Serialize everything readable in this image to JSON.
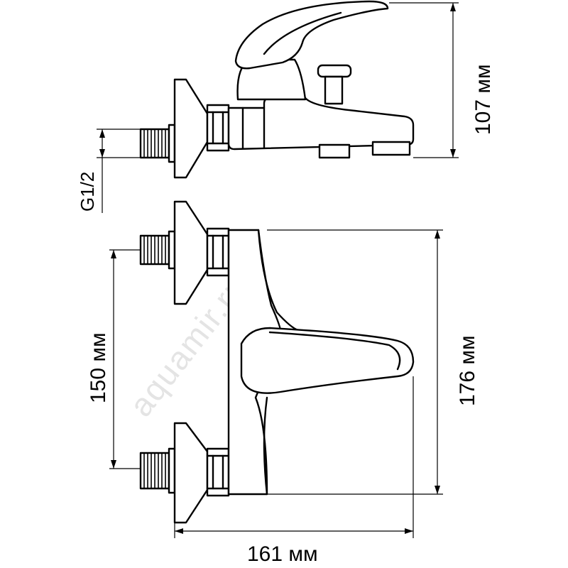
{
  "dimensions": {
    "height_top": "107 мм",
    "thread": "G1/2",
    "center_distance": "150 мм",
    "height_front": "176 мм",
    "width": "161 мм"
  },
  "watermark": "aquamir.ru",
  "colors": {
    "line": "#000000",
    "watermark": "#cfcfcf",
    "background": "#ffffff"
  }
}
